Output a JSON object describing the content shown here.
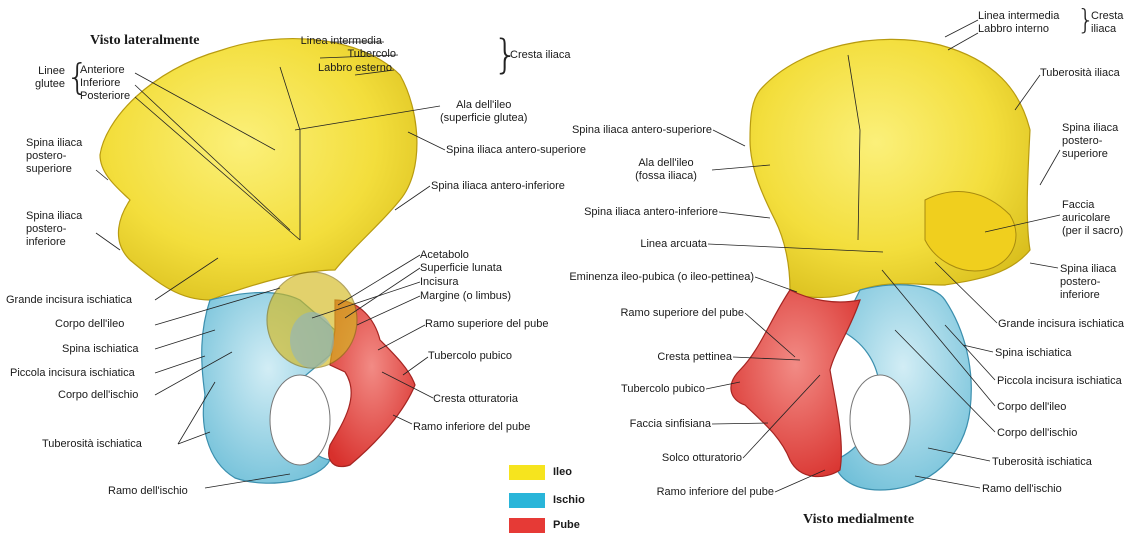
{
  "colors": {
    "ileo": "#f6e41e",
    "ischio": "#29b5d9",
    "pube": "#e63a36",
    "bone_yellow": "#f5e45a",
    "bone_blue": "#a9d9e6",
    "bone_red": "#ea5d5d"
  },
  "left_view": {
    "title": "Visto lateralmente",
    "crest_group": "Cresta iliaca",
    "crest_items": [
      "Linea intermedia",
      "Tubercolo",
      "Labbro esterno"
    ],
    "gluteal_group": "Linee\nglutee",
    "gluteal_items": [
      "Anteriore",
      "Inferiore",
      "Posteriore"
    ],
    "labels": {
      "ala": "Ala dell'ileo\n(superficie glutea)",
      "asis": "Spina iliaca antero-superiore",
      "aiis": "Spina iliaca antero-inferiore",
      "psis": "Spina iliaca\npostero-\nsuperiore",
      "piis": "Spina iliaca\npostero-\ninferiore",
      "acetabolo": "Acetabolo",
      "sup_lunata": "Superficie lunata",
      "incisura": "Incisura",
      "margine": "Margine (o limbus)",
      "ramo_sup_pube": "Ramo superiore del pube",
      "tub_pubico": "Tubercolo pubico",
      "cresta_ott": "Cresta otturatoria",
      "ramo_inf_pube": "Ramo inferiore del pube",
      "grande_inc": "Grande incisura ischiatica",
      "corpo_ileo": "Corpo dell'ileo",
      "spina_isch": "Spina ischiatica",
      "piccola_inc": "Piccola incisura ischiatica",
      "corpo_ischio": "Corpo dell'ischio",
      "tuberosita": "Tuberosità ischiatica",
      "ramo_ischio": "Ramo dell'ischio"
    }
  },
  "right_view": {
    "title": "Visto medialmente",
    "crest_group": "Cresta\niliaca",
    "crest_items": [
      "Linea intermedia",
      "Labbro interno"
    ],
    "labels": {
      "tub_iliaca": "Tuberosità iliaca",
      "psis": "Spina iliaca\npostero-\nsuperiore",
      "faccia_aur": "Faccia\nauricolare\n(per il sacro)",
      "piis": "Spina iliaca\npostero-\ninferiore",
      "grande_inc": "Grande incisura ischiatica",
      "spina_isch": "Spina ischiatica",
      "piccola_inc": "Piccola incisura ischiatica",
      "corpo_ileo": "Corpo dell'ileo",
      "corpo_ischio": "Corpo dell'ischio",
      "tuberosita": "Tuberosità ischiatica",
      "ramo_ischio": "Ramo dell'ischio",
      "asis": "Spina iliaca antero-superiore",
      "ala": "Ala dell'ileo\n(fossa iliaca)",
      "aiis": "Spina iliaca antero-inferiore",
      "linea_arcuata": "Linea arcuata",
      "eminenza": "Eminenza ileo-pubica (o ileo-pettinea)",
      "ramo_sup_pube": "Ramo superiore del pube",
      "cresta_pett": "Cresta pettinea",
      "tub_pubico": "Tubercolo pubico",
      "faccia_sinf": "Faccia sinfisiana",
      "solco_ott": "Solco otturatorio",
      "ramo_inf_pube": "Ramo inferiore del pube"
    }
  },
  "legend": [
    {
      "label": "Ileo",
      "color": "#f6e41e"
    },
    {
      "label": "Ischio",
      "color": "#29b5d9"
    },
    {
      "label": "Pube",
      "color": "#e63a36"
    }
  ]
}
